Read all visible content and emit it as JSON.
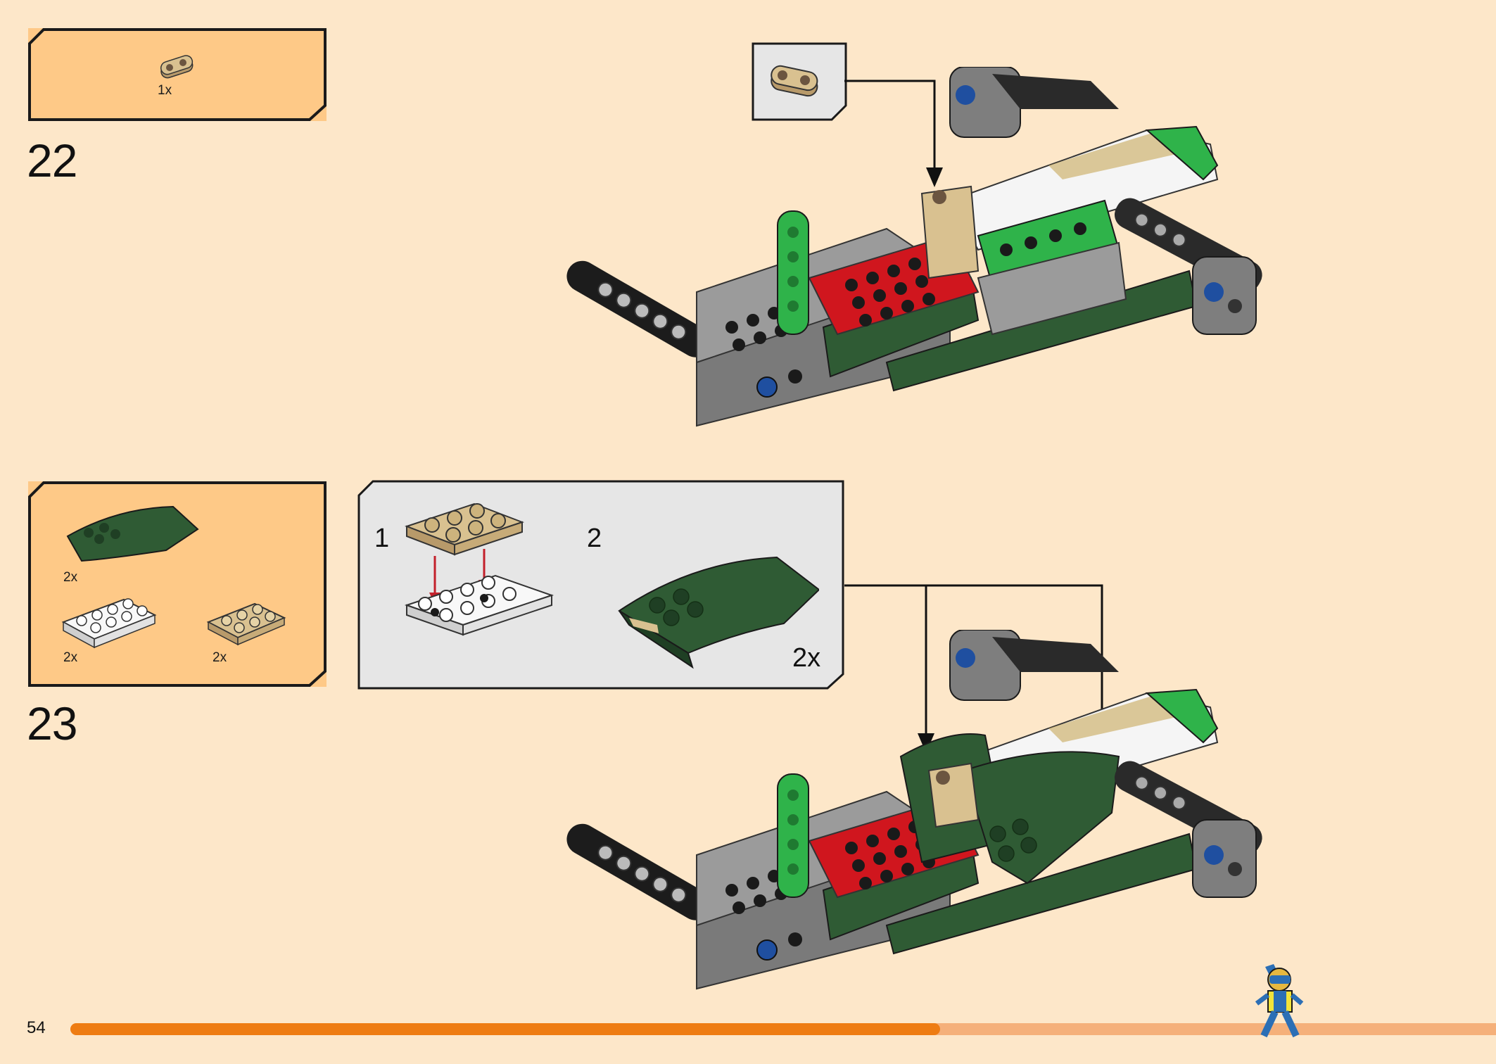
{
  "page": {
    "number": "54"
  },
  "progress": {
    "fraction": 0.61
  },
  "steps": [
    {
      "number": "22",
      "parts": [
        {
          "qty": "1x",
          "icon": "tan-1x2-round-plate"
        }
      ]
    },
    {
      "number": "23",
      "parts": [
        {
          "qty": "2x",
          "icon": "dark-green-curved-slope"
        },
        {
          "qty": "2x",
          "icon": "white-2x4-plate"
        },
        {
          "qty": "2x",
          "icon": "tan-2x3-plate"
        }
      ],
      "subassembly": {
        "sub_steps": [
          "1",
          "2"
        ],
        "multiplier": "2x"
      }
    }
  ],
  "colors": {
    "background": "#fde7c9",
    "parts_box": "#fec987",
    "callout_box": "#e6e6e6",
    "progress": "#ee7c12",
    "dark_green": "#2f5b34",
    "bright_green": "#2fb34a",
    "red": "#d0161e",
    "tan": "#d9c190"
  }
}
